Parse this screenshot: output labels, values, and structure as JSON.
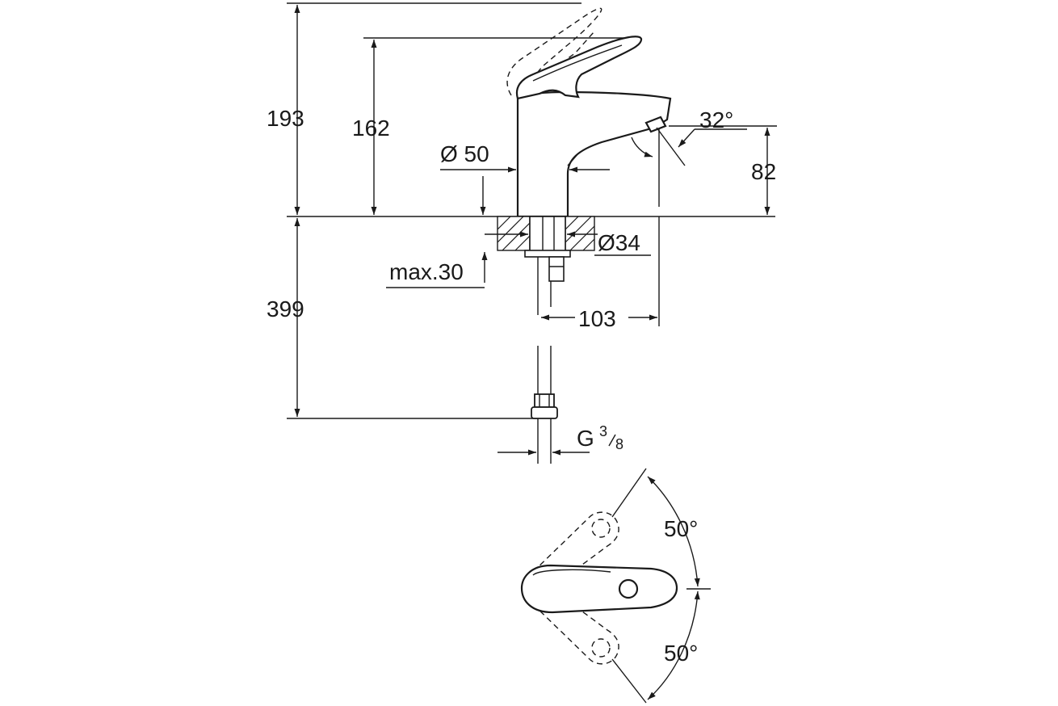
{
  "dimensions": {
    "total_height": "193",
    "spout_height_handle": "162",
    "base_diameter": "Ø 50",
    "spout_angle": "32°",
    "outlet_height": "82",
    "hole_diameter": "Ø34",
    "max_thickness": "max.30",
    "total_below": "399",
    "spout_reach": "103",
    "connection_g": "G",
    "connection_num": "3",
    "connection_den": "8",
    "lever_angle_up": "50°",
    "lever_angle_down": "50°"
  },
  "colors": {
    "line": "#1a1a1a",
    "background": "#ffffff"
  }
}
